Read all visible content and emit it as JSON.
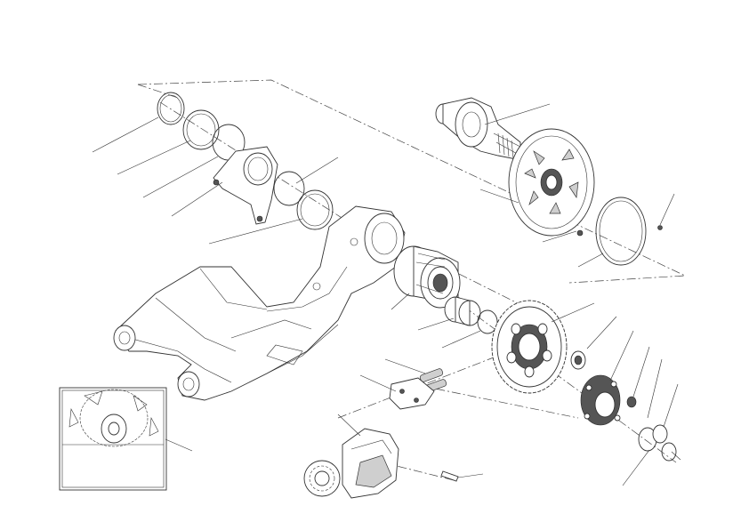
{
  "diagram": {
    "background": "#ffffff",
    "line_color": "#333333",
    "parts": [
      "circlip",
      "ring",
      "seal-ring",
      "caliper-bracket",
      "ring",
      "seal-ring",
      "single-sided-swingarm",
      "eccentric-hub",
      "bearing-sleeve",
      "spacer-ring",
      "rear-axle",
      "brake-disc",
      "abs-tone-ring",
      "disc-bolt",
      "tone-ring-screw",
      "chain-adjuster-blocks",
      "chain-guide",
      "front-sprocket-cover",
      "front-sprocket",
      "cover-screw",
      "rear-sprocket",
      "sprocket-flange",
      "cush-drive-bearing",
      "flange-nut",
      "circlip",
      "washer",
      "sprocket-inset-detail"
    ]
  }
}
